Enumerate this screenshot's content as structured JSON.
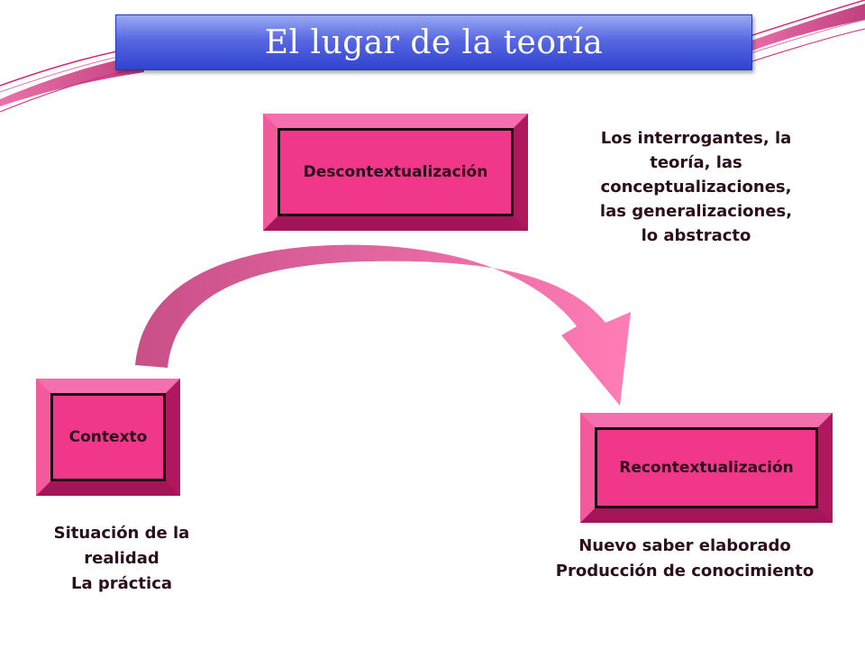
{
  "title": "El lugar de la teoría",
  "colors": {
    "box_fill": "#f0378a",
    "title_bar": "#3a4ed6",
    "arrow_start": "#c94f88",
    "arrow_end": "#ff7db5",
    "decor_lines": "#d0287a"
  },
  "boxes": {
    "top": "Descontextualización",
    "left": "Contexto",
    "right": "Recontextualización"
  },
  "notes": {
    "top_right": [
      "Los interrogantes, la",
      "teoría, las",
      "conceptualizaciones,",
      "las generalizaciones,",
      "lo abstracto"
    ],
    "left": [
      "Situación de la",
      "realidad",
      "La práctica"
    ],
    "right": [
      "Nuevo saber elaborado",
      "Producción de conocimiento"
    ]
  }
}
